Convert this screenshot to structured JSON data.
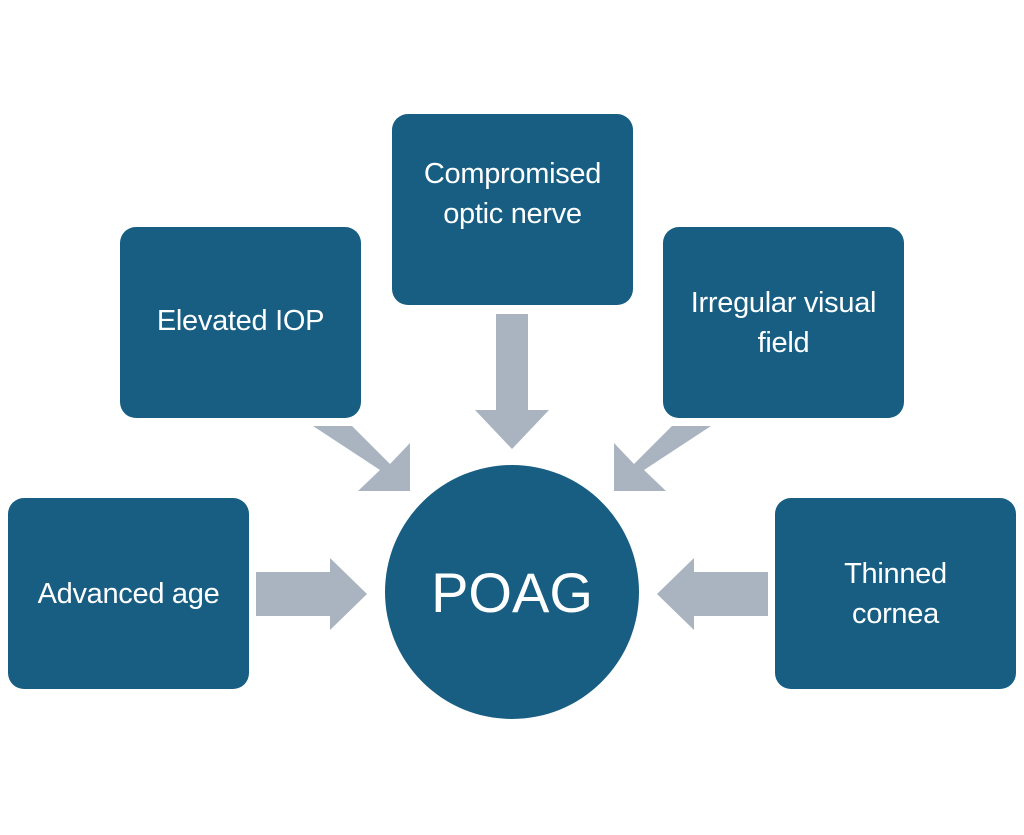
{
  "diagram": {
    "type": "convergence",
    "center": {
      "label": "POAG"
    },
    "factors": [
      {
        "id": "compromised",
        "label": "Compromised\noptic nerve",
        "position": "top"
      },
      {
        "id": "elevated",
        "label": "Elevated IOP",
        "position": "upper-left"
      },
      {
        "id": "irregular",
        "label": "Irregular visual\nfield",
        "position": "upper-right"
      },
      {
        "id": "advanced",
        "label": "Advanced age",
        "position": "left"
      },
      {
        "id": "thinned",
        "label": "Thinned\ncornea",
        "position": "right"
      }
    ],
    "arrow_direction": "inward-to-center"
  },
  "colors": {
    "node_fill": "#175e82",
    "arrow_fill": "#aab4c0",
    "background": "#ffffff",
    "text": "#ffffff"
  }
}
